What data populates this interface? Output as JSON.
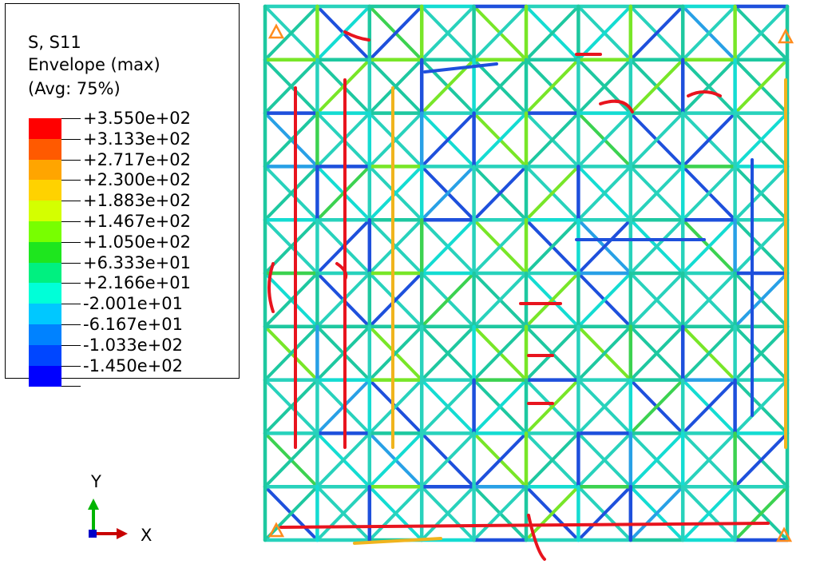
{
  "legend": {
    "line1": "S, S11",
    "line2": "Envelope (max)",
    "line3": "(Avg: 75%)",
    "levels": [
      {
        "label": "+3.550e+02",
        "color": "#ff0000"
      },
      {
        "label": "+3.133e+02",
        "color": "#ff5a00"
      },
      {
        "label": "+2.717e+02",
        "color": "#ffa500"
      },
      {
        "label": "+2.300e+02",
        "color": "#ffd200"
      },
      {
        "label": "+1.883e+02",
        "color": "#d4ff00"
      },
      {
        "label": "+1.467e+02",
        "color": "#78ff00"
      },
      {
        "label": "+1.050e+02",
        "color": "#1ee61e"
      },
      {
        "label": "+6.333e+01",
        "color": "#00f080"
      },
      {
        "label": "+2.166e+01",
        "color": "#00ffd8"
      },
      {
        "label": "-2.001e+01",
        "color": "#00c8ff"
      },
      {
        "label": "-6.167e+01",
        "color": "#0082ff"
      },
      {
        "label": "-1.033e+02",
        "color": "#0046ff"
      },
      {
        "label": "-1.450e+02",
        "color": "#0000ff"
      }
    ],
    "bottom_label": ""
  },
  "triad": {
    "y_label": "Y",
    "x_label": "X",
    "y_color": "#00b400",
    "x_color": "#c80000",
    "z_color": "#0000c8"
  },
  "mesh": {
    "base_color": "#28d2bc",
    "red_color": "#e8141e",
    "orange_color": "#f0b41e",
    "blue_color": "#1e50dc",
    "support_color": "#ff8c1e"
  }
}
